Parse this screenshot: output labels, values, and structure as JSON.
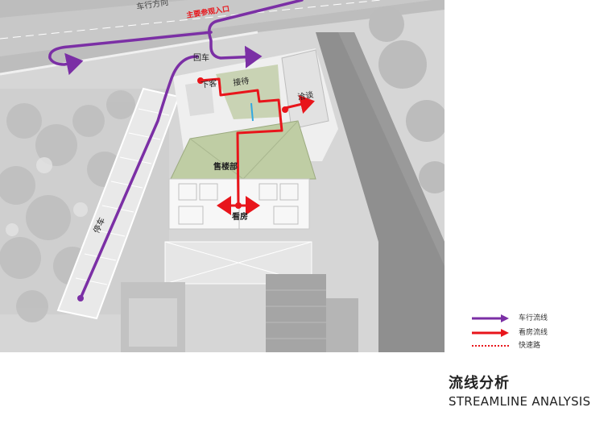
{
  "plan": {
    "road_label": "车行方向",
    "entrance_label": "主要参观入口",
    "turn_label": "回车",
    "dropoff_label": "下客",
    "reception_label": "接待",
    "negotiation_label": "洽谈",
    "sales_office_label": "售楼部",
    "viewing_label": "看房",
    "parking_label": "停车"
  },
  "legend": {
    "items": [
      {
        "label": "车行流线",
        "color": "#7b2fa5"
      },
      {
        "label": "看房流线",
        "color": "#e8151b"
      },
      {
        "label": "快速路",
        "color": "#e8151b"
      }
    ]
  },
  "title": {
    "cn": "流线分析",
    "en": "STREAMLINE ANALYSIS"
  }
}
